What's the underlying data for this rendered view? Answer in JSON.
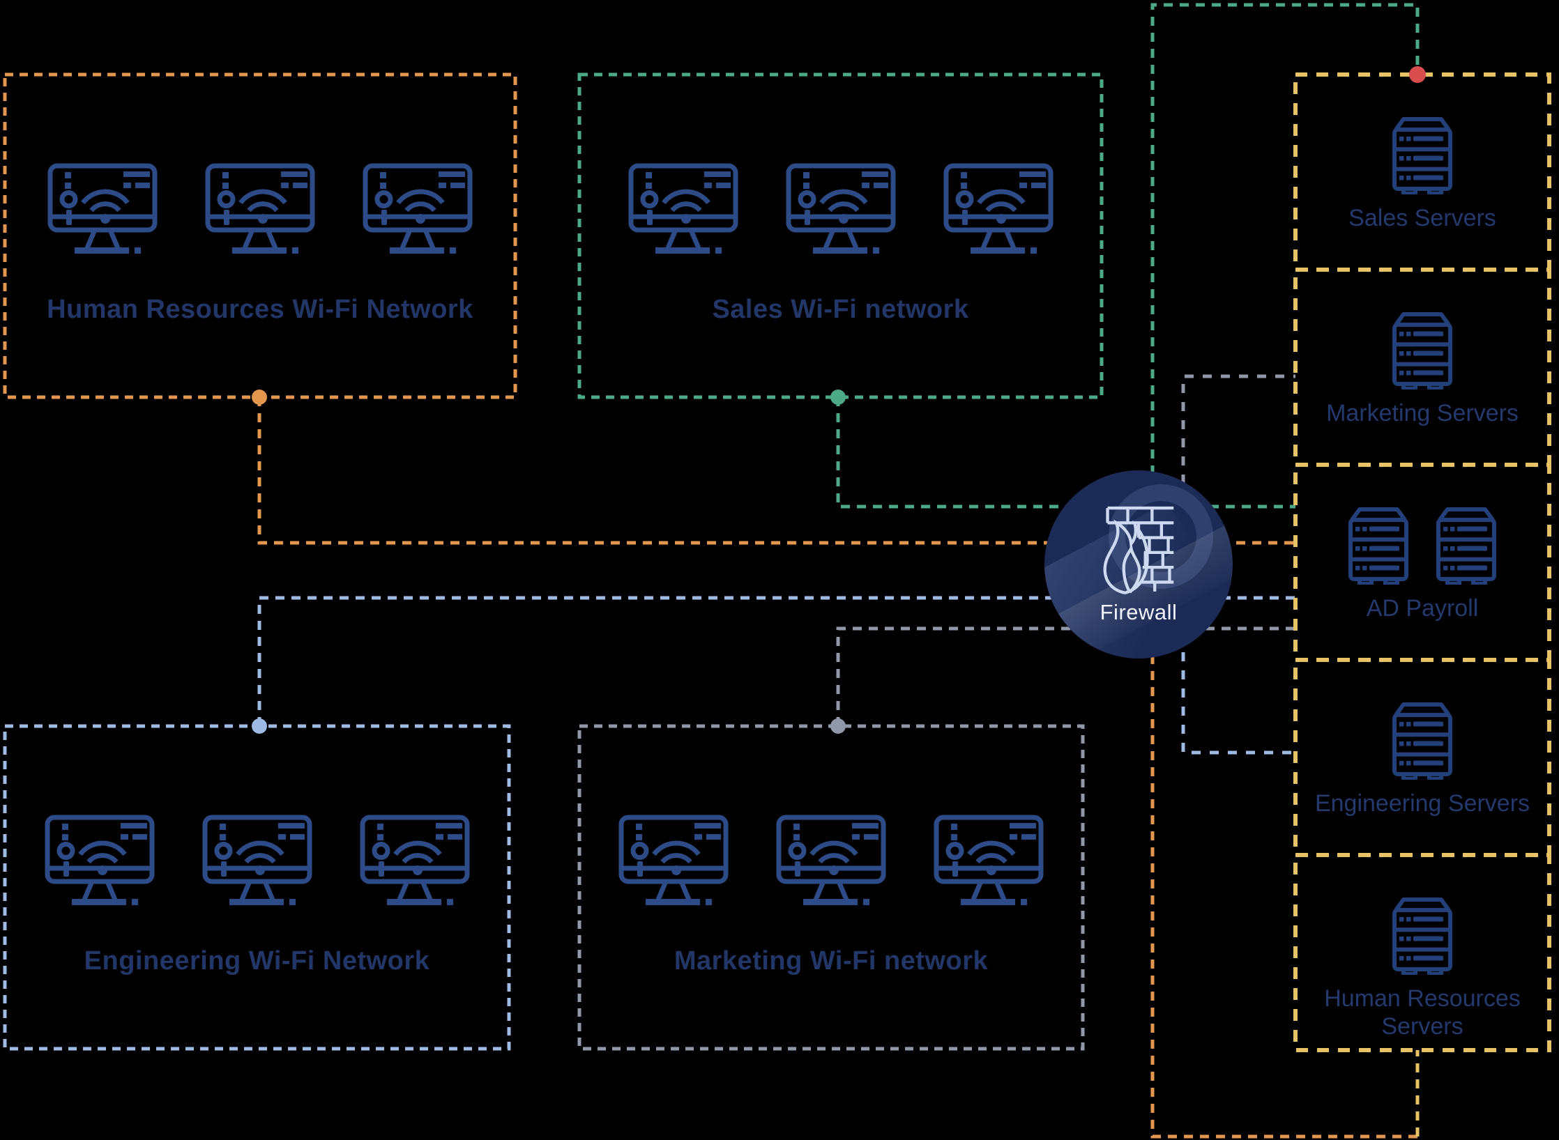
{
  "colors": {
    "background": "#000000",
    "hr_orange": "#e2964e",
    "sales_green": "#4daa89",
    "server_yellow": "#e8c366",
    "engineering_blue": "#9fbae3",
    "marketing_gray": "#9098a9",
    "connection_red": "#d84d4d",
    "monitor_icon_navy": "#2d4b86",
    "server_icon_navy": "#24407a",
    "network_label_navy": "#223767",
    "server_label_navy": "#24396e",
    "firewall_circle_navy": "#1c2b55",
    "firewall_icon_light": "#ccd9f0",
    "firewall_text_white": "#eef3fb"
  },
  "networks": [
    {
      "id": "human-resources-wifi",
      "label": "Human Resources Wi-Fi Network",
      "computers": 3
    },
    {
      "id": "sales-wifi",
      "label": "Sales Wi-Fi network",
      "computers": 3
    },
    {
      "id": "engineering-wifi",
      "label": "Engineering Wi-Fi Network",
      "computers": 3
    },
    {
      "id": "marketing-wifi",
      "label": "Marketing Wi-Fi network",
      "computers": 3
    }
  ],
  "servers": [
    {
      "id": "sales-servers",
      "label": "Sales Servers",
      "racks": 1
    },
    {
      "id": "marketing-servers",
      "label": "Marketing Servers",
      "racks": 1
    },
    {
      "id": "ad-payroll",
      "label": "AD Payroll",
      "racks": 2
    },
    {
      "id": "engineering-servers",
      "label": "Engineering Servers",
      "racks": 1
    },
    {
      "id": "human-resources-servers",
      "label": "Human Resources Servers",
      "racks": 1
    }
  ],
  "firewall": {
    "label": "Firewall"
  },
  "connections": [
    {
      "from": "human-resources-wifi",
      "to": "ad-payroll",
      "color": "#e2964e"
    },
    {
      "from": "human-resources-wifi",
      "to": "human-resources-servers",
      "color": "#e2964e"
    },
    {
      "from": "sales-wifi",
      "to": "ad-payroll",
      "color": "#4daa89"
    },
    {
      "from": "sales-wifi",
      "to": "sales-servers",
      "color": "#4daa89"
    },
    {
      "from": "engineering-wifi",
      "to": "ad-payroll",
      "color": "#9fbae3"
    },
    {
      "from": "engineering-wifi",
      "to": "engineering-servers",
      "color": "#9fbae3"
    },
    {
      "from": "marketing-wifi",
      "to": "ad-payroll",
      "color": "#9098a9"
    },
    {
      "from": "marketing-wifi",
      "to": "marketing-servers",
      "color": "#9098a9"
    }
  ]
}
